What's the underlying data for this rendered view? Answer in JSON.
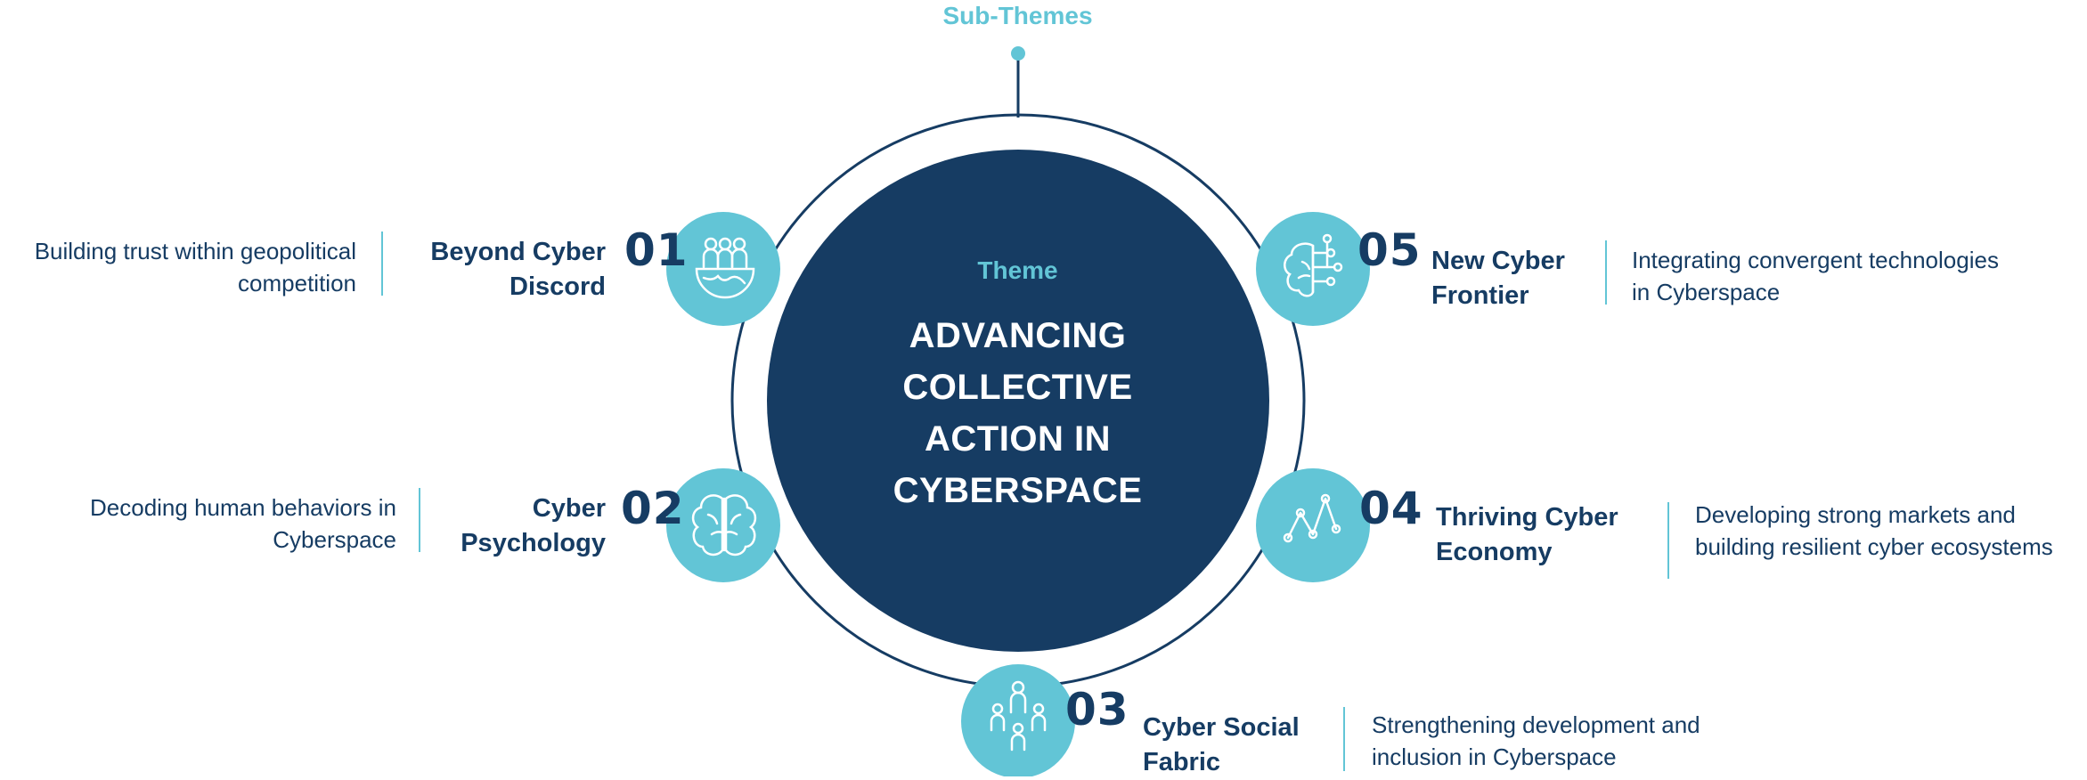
{
  "header": {
    "label": "Sub-Themes"
  },
  "theme": {
    "label": "Theme",
    "title_lines": [
      "ADVANCING",
      "COLLECTIVE",
      "ACTION IN",
      "CYBERSPACE"
    ]
  },
  "subthemes": [
    {
      "number": "01",
      "name_lines": [
        "Beyond Cyber",
        "Discord"
      ],
      "desc_lines": [
        "Building trust within geopolitical",
        "competition"
      ],
      "icon": "people-globe-icon"
    },
    {
      "number": "02",
      "name_lines": [
        "Cyber",
        "Psychology"
      ],
      "desc_lines": [
        "Decoding human behaviors in",
        "Cyberspace"
      ],
      "icon": "brain-icon"
    },
    {
      "number": "03",
      "name_lines": [
        "Cyber Social",
        "Fabric"
      ],
      "desc_lines": [
        "Strengthening development and",
        "inclusion in Cyberspace"
      ],
      "icon": "community-network-icon"
    },
    {
      "number": "04",
      "name_lines": [
        "Thriving Cyber",
        "Economy"
      ],
      "desc_lines": [
        "Developing strong markets and",
        "building resilient cyber ecosystems"
      ],
      "icon": "line-graph-icon"
    },
    {
      "number": "05",
      "name_lines": [
        "New Cyber",
        "Frontier"
      ],
      "desc_lines": [
        "Integrating convergent technologies",
        "in Cyberspace"
      ],
      "icon": "digital-brain-circuit-icon"
    }
  ],
  "colors": {
    "navy": "#163c63",
    "teal": "#62c5d6",
    "white": "#ffffff"
  }
}
